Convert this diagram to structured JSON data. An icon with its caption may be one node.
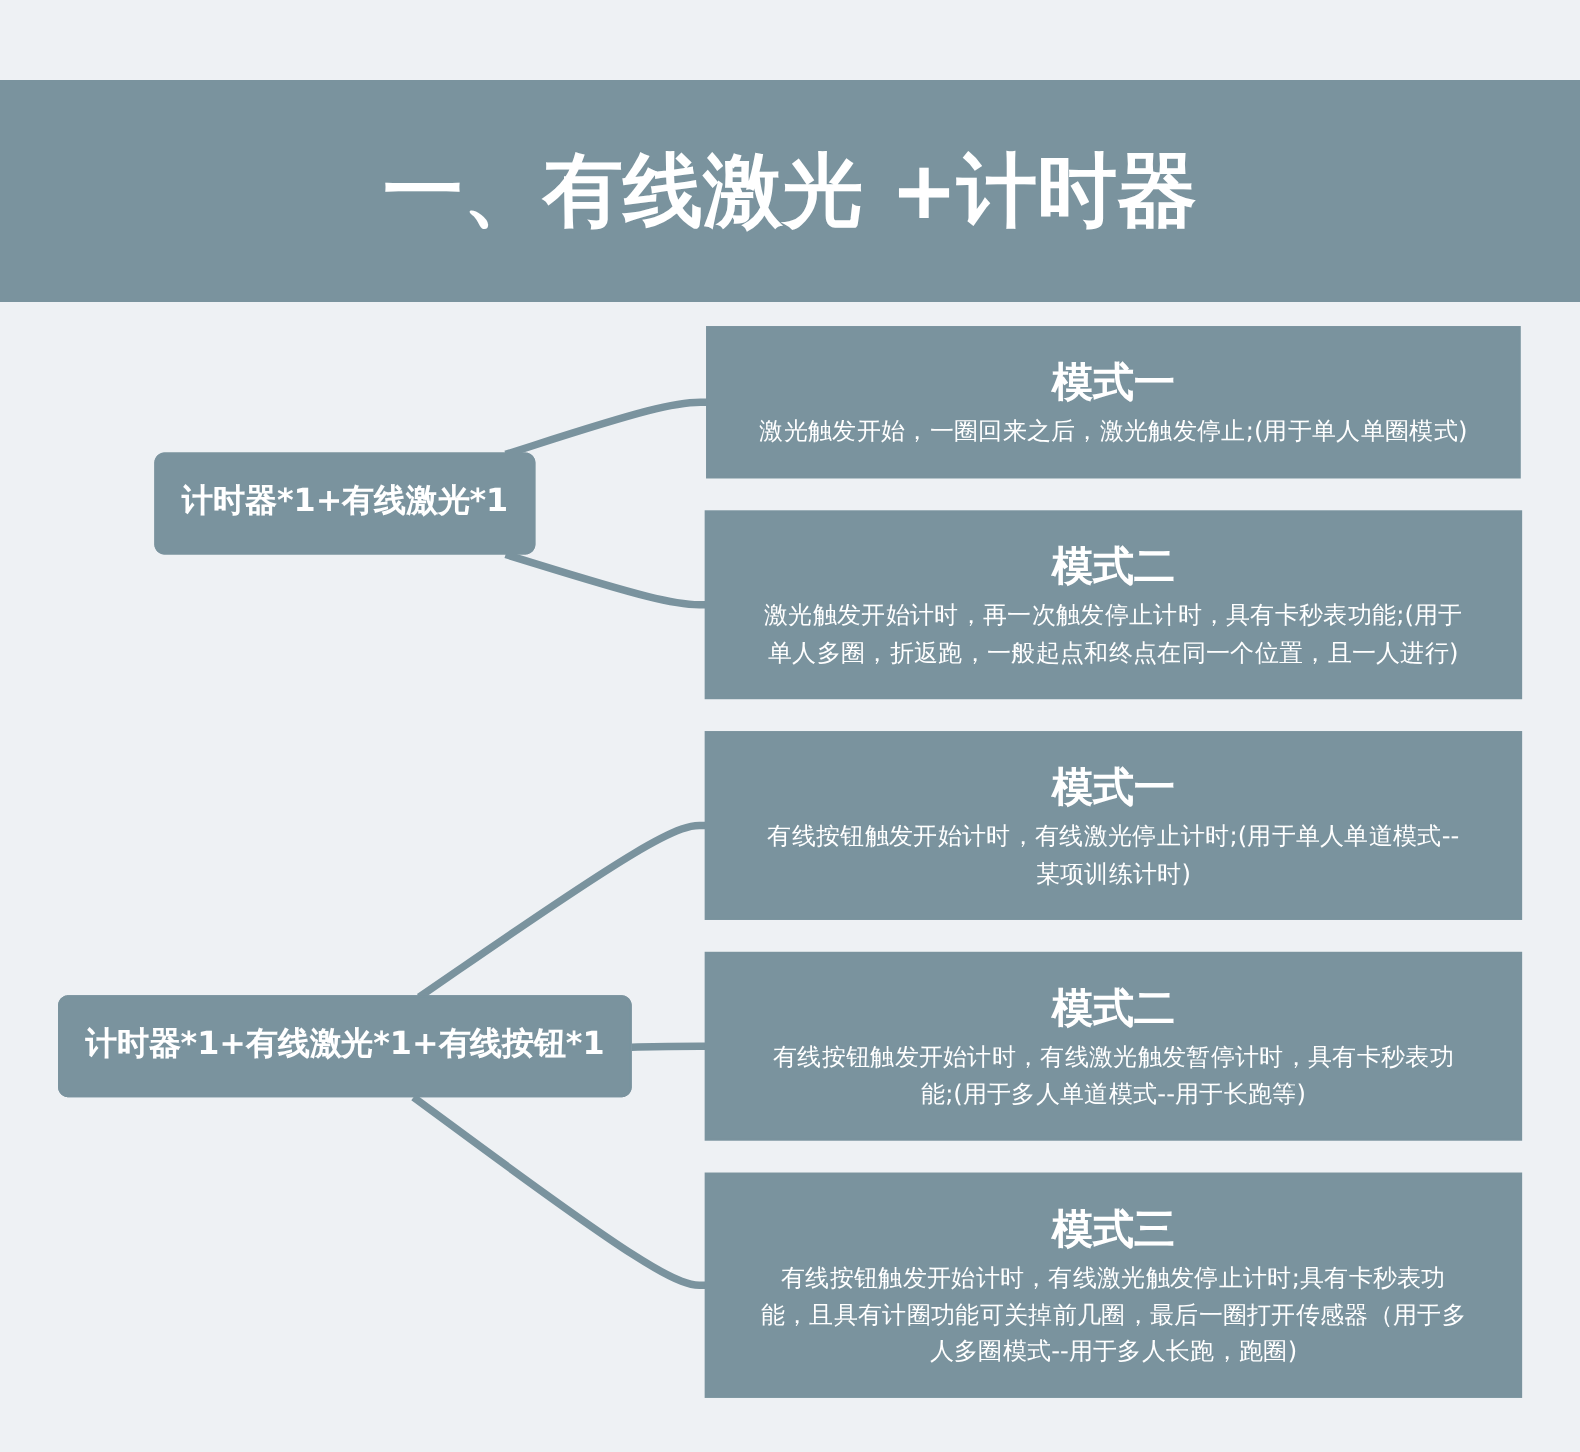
{
  "diagram": {
    "title": "一、有线激光 +计时器",
    "nodes": [
      {
        "text": [
          "计时器*1+有线激光*1"
        ]
      },
      {
        "text": [
          "模式一",
          "激光触发开始，一圈回来之后，激光触发停止;(用于单人单圈模式)"
        ]
      },
      {
        "text": [
          "模式二",
          "激光触发开始计时，再一次触发停止计时，具有卡秒表功能;(用于单人多圈，折返跑，一般起点和终点在同一个位置，且一人进行)"
        ]
      },
      {
        "text": [
          "计时器*1+有线激光*1+有线按钮*1"
        ]
      },
      {
        "text": [
          "模式一",
          "有线按钮触发开始计时，有线激光停止计时;(用于单人单道模式--某项训练计时)"
        ]
      },
      {
        "text": [
          "模式二",
          "有线按钮触发开始计时，有线激光触发暂停计时，具有卡秒表功能;(用于多人单道模式--用于长跑等)"
        ]
      },
      {
        "text": [
          "模式三",
          "有线按钮触发开始计时，有线激光触发停止计时;具有卡秒表功能，且具有计圈功能可关掉前几圈，最后一圈打开传感器（用于多人多圈模式--用于多人长跑，跑圈)"
        ]
      }
    ],
    "edges": [
      {
        "from": 0,
        "to": 1,
        "arrow": "none"
      },
      {
        "from": 0,
        "to": 2,
        "arrow": "none"
      },
      {
        "from": 3,
        "to": 4,
        "arrow": "none"
      },
      {
        "from": 3,
        "to": 5,
        "arrow": "none"
      },
      {
        "from": 3,
        "to": 6,
        "arrow": "none"
      }
    ]
  }
}
